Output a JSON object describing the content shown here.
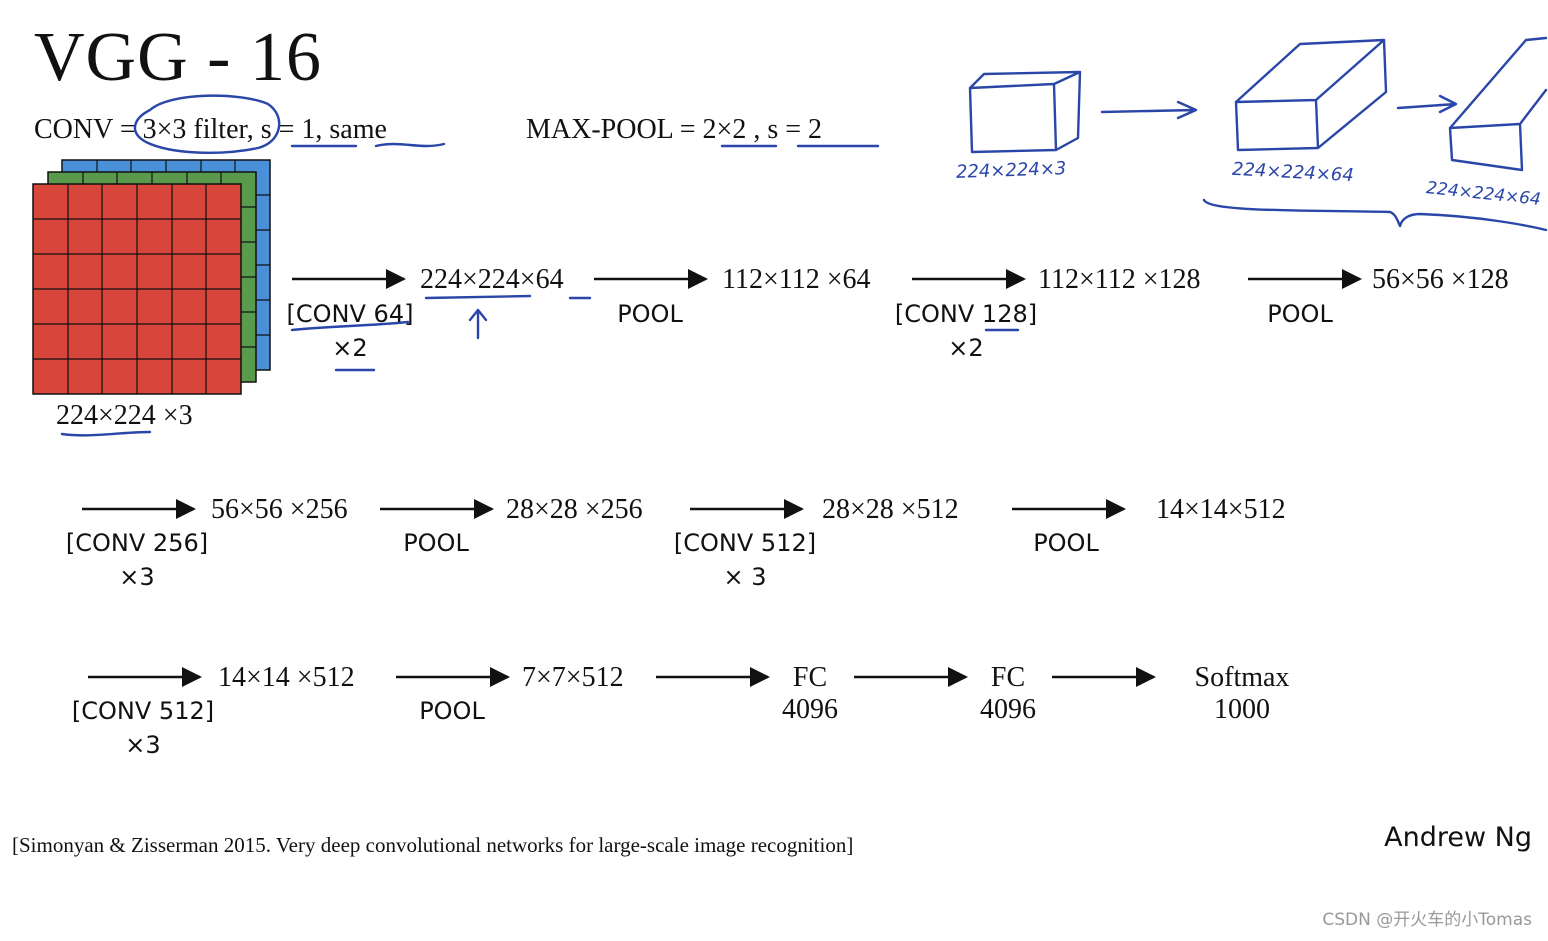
{
  "slide": {
    "title": "VGG - 16",
    "conv_def": "CONV = 3×3 filter, s = 1, same",
    "pool_def": "MAX-POOL = 2×2 , s = 2",
    "citation": "[Simonyan & Zisserman 2015. Very deep convolutional networks for large-scale image recognition]",
    "author": "Andrew Ng",
    "watermark": "CSDN @开火车的小Tomas"
  },
  "input": {
    "label": "224×224 ×3"
  },
  "row1": {
    "nodes": [
      "224×224×64",
      "112×112 ×64",
      "112×112 ×128",
      "56×56 ×128"
    ],
    "ops": [
      {
        "label": "[CONV 64]",
        "repeat": "×2"
      },
      {
        "label": "POOL"
      },
      {
        "label": "[CONV 128]",
        "repeat": "×2"
      },
      {
        "label": "POOL"
      }
    ]
  },
  "row2": {
    "nodes": [
      "56×56 ×256",
      "28×28 ×256",
      "28×28 ×512",
      "14×14×512"
    ],
    "ops": [
      {
        "label": "[CONV 256]",
        "repeat": "×3"
      },
      {
        "label": "POOL"
      },
      {
        "label": "[CONV 512]",
        "repeat": "× 3"
      },
      {
        "label": "POOL"
      }
    ]
  },
  "row3": {
    "nodes": [
      "14×14 ×512",
      "7×7×512"
    ],
    "ops": [
      {
        "label": "[CONV 512]",
        "repeat": "×3"
      },
      {
        "label": "POOL"
      }
    ],
    "outputs": [
      {
        "name": "FC",
        "size": "4096"
      },
      {
        "name": "FC",
        "size": "4096"
      },
      {
        "name": "Softmax",
        "size": "1000"
      }
    ]
  },
  "handwritten": {
    "label1": "224×224×3",
    "label2": "224×224×64",
    "label3": "224×224×64"
  },
  "colors": {
    "front_grid": "#d8453a",
    "middle_grid": "#5a9a4c",
    "back_grid": "#4a90d9",
    "ink": "#2a46a8"
  }
}
